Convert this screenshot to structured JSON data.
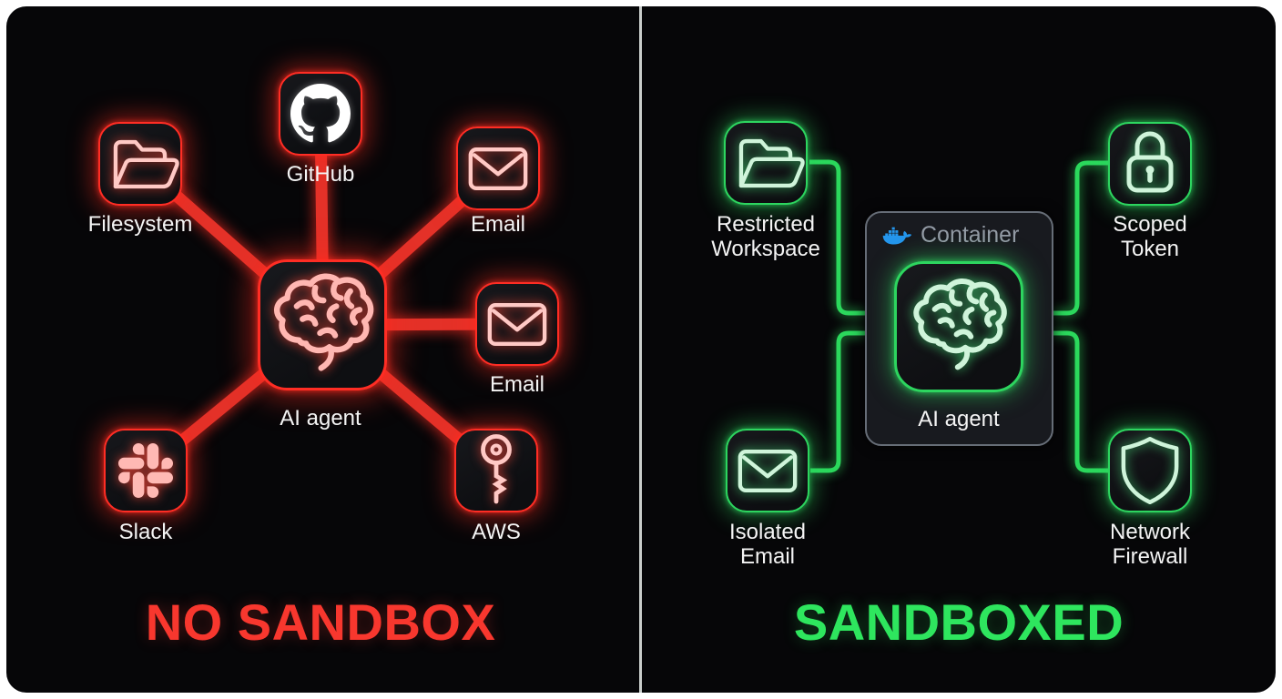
{
  "left_panel": {
    "title": "NO SANDBOX",
    "accent_color": "#ff3b30",
    "center_node": {
      "label": "AI agent",
      "icon": "brain-icon"
    },
    "nodes": [
      {
        "icon": "folder-icon",
        "lines": [
          "Filesystem"
        ]
      },
      {
        "icon": "github-icon",
        "lines": [
          "GitHub"
        ]
      },
      {
        "icon": "mail-icon",
        "lines": [
          "Email"
        ]
      },
      {
        "icon": "mail-icon",
        "lines": [
          "Email"
        ]
      },
      {
        "icon": "key-icon",
        "lines": [
          "AWS"
        ]
      },
      {
        "icon": "slack-icon",
        "lines": [
          "Slack"
        ]
      }
    ]
  },
  "right_panel": {
    "title": "SANDBOXED",
    "accent_color": "#2ee65e",
    "container_label": "Container",
    "docker_color": "#2496ED",
    "center_node": {
      "label": "AI agent",
      "icon": "brain-icon"
    },
    "nodes": [
      {
        "icon": "folder-icon",
        "lines": [
          "Restricted",
          "Workspace"
        ]
      },
      {
        "icon": "lock-icon",
        "lines": [
          "Scoped",
          "Token"
        ]
      },
      {
        "icon": "mail-icon",
        "lines": [
          "Isolated",
          "Email"
        ]
      },
      {
        "icon": "shield-icon",
        "lines": [
          "Network",
          "Firewall"
        ]
      }
    ]
  }
}
